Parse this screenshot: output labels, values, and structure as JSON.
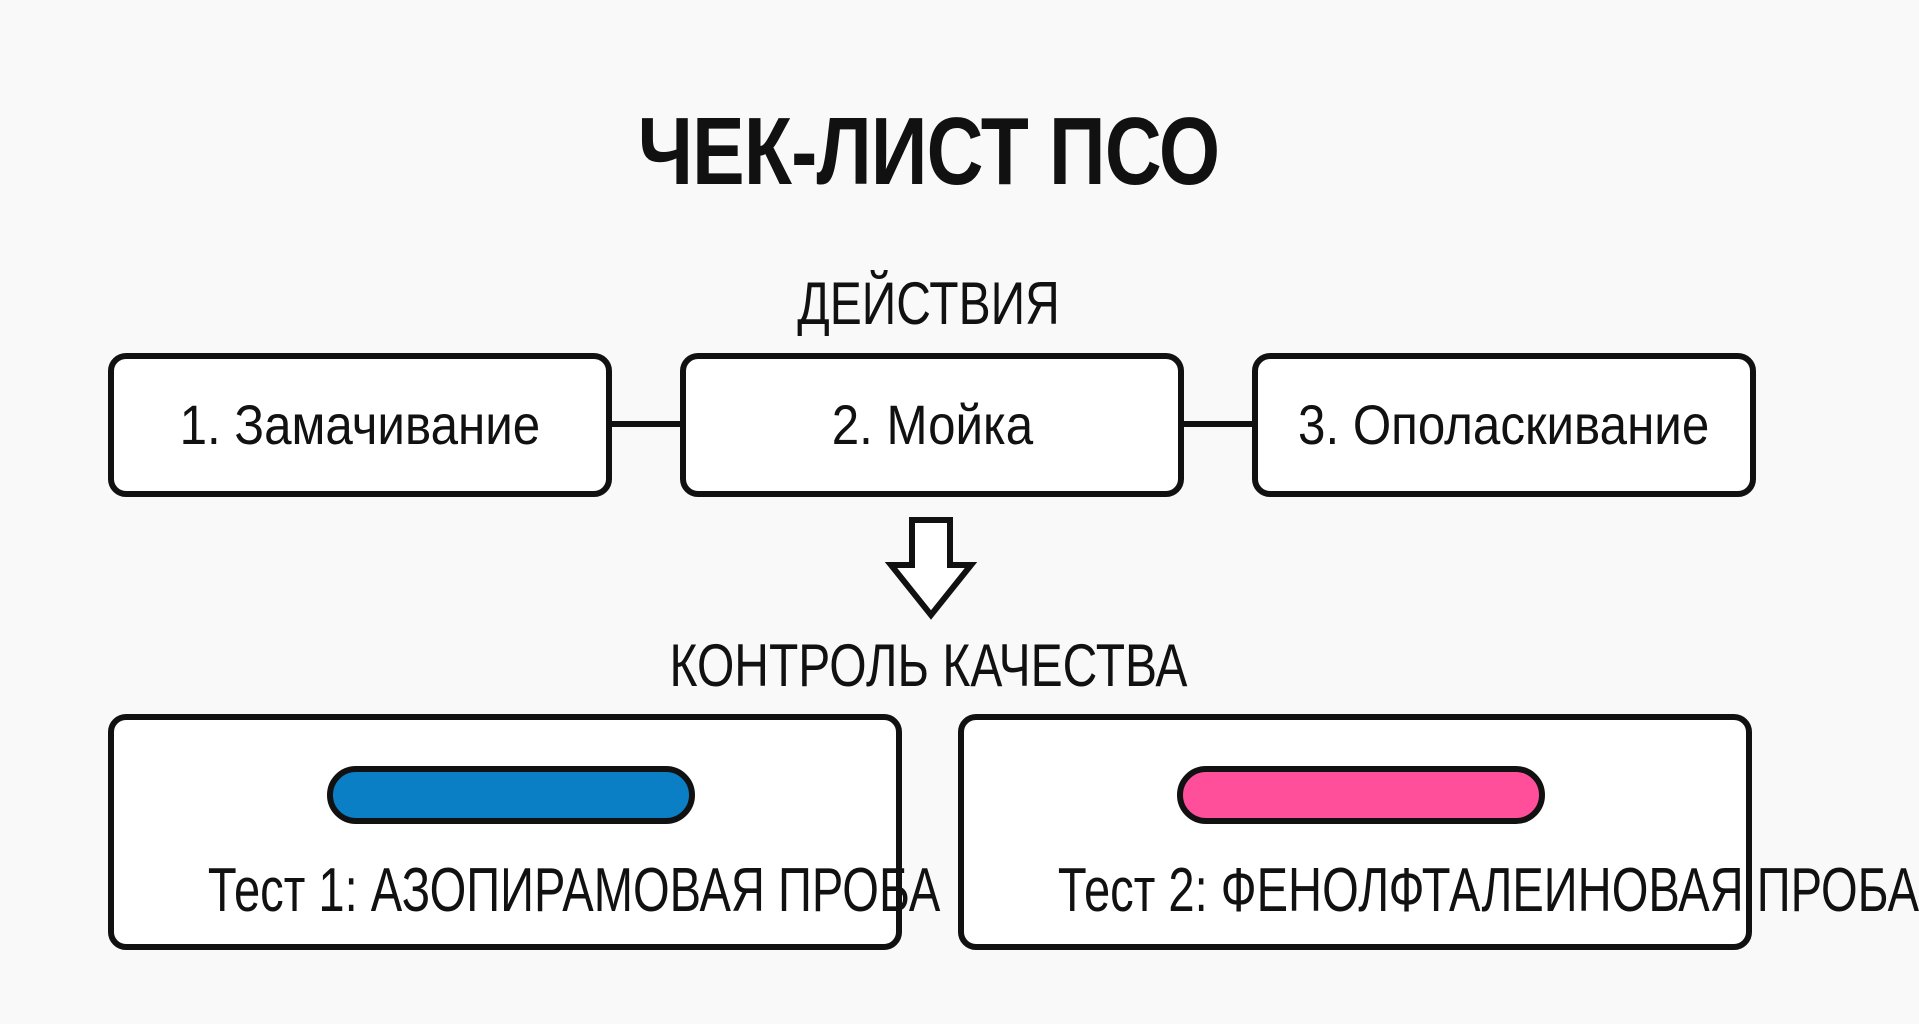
{
  "title": "ЧЕК-ЛИСТ ПСО",
  "actions": {
    "label": "ДЕЙСТВИЯ",
    "steps": [
      {
        "label": "1. Замачивание"
      },
      {
        "label": "2. Мойка"
      },
      {
        "label": "3. Ополаскивание"
      }
    ]
  },
  "arrow_icon": "down-arrow-outline",
  "quality_control": {
    "label": "КОНТРОЛЬ КАЧЕСТВА",
    "tests": [
      {
        "label": "Тест 1: АЗОПИРАМОВАЯ ПРОБА",
        "strip_color": "#0a7fc6"
      },
      {
        "label": "Тест 2: ФЕНОЛФТАЛЕИНОВАЯ ПРОБА",
        "strip_color": "#ff4f9a"
      }
    ]
  }
}
